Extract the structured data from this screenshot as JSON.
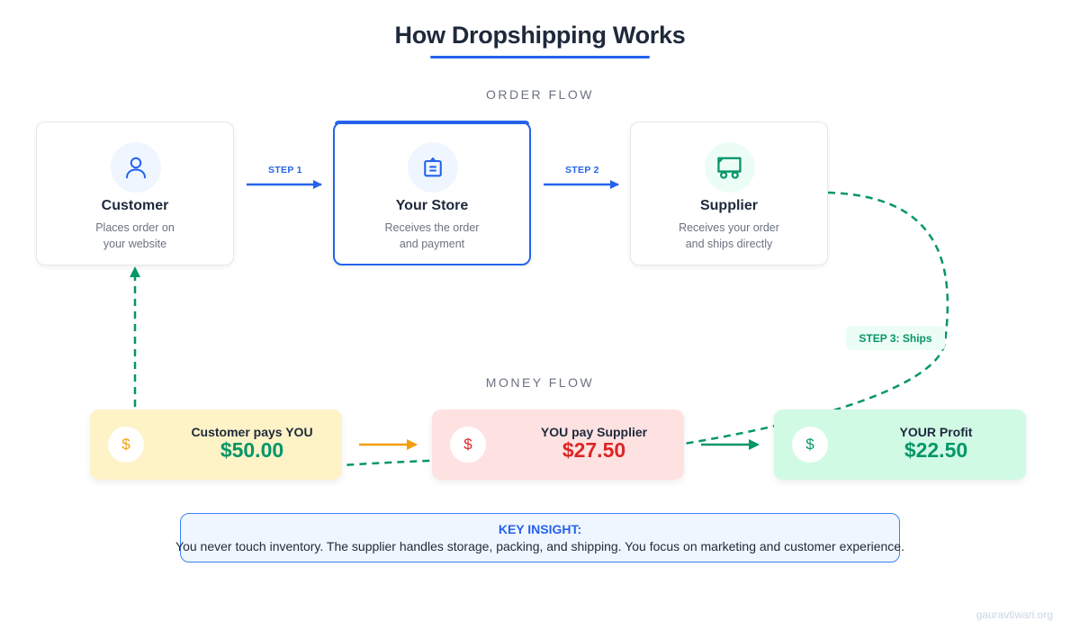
{
  "title": "How Dropshipping Works",
  "order_flow": {
    "label": "ORDER FLOW",
    "steps": [
      {
        "name": "Customer",
        "desc_line1": "Places order on",
        "desc_line2": "your website",
        "icon": "user-icon"
      },
      {
        "name": "Your Store",
        "desc_line1": "Receives the order",
        "desc_line2": "and payment",
        "icon": "store-bag-icon"
      },
      {
        "name": "Supplier",
        "desc_line1": "Receives your order",
        "desc_line2": "and ships directly",
        "icon": "truck-icon"
      }
    ],
    "arrows": [
      {
        "label": "STEP 1"
      },
      {
        "label": "STEP 2"
      },
      {
        "label": "STEP 3: Ships"
      }
    ]
  },
  "money_flow": {
    "label": "MONEY FLOW",
    "items": [
      {
        "label": "Customer pays YOU",
        "amount": "$50.00",
        "symbol": "$",
        "bg": "#fef3c7",
        "amount_color": "#059669",
        "symbol_color": "#f59e0b"
      },
      {
        "label": "YOU pay Supplier",
        "amount": "$27.50",
        "symbol": "$",
        "bg": "#fee2e2",
        "amount_color": "#dc2626",
        "symbol_color": "#dc2626"
      },
      {
        "label": "YOUR Profit",
        "amount": "$22.50",
        "symbol": "$",
        "bg": "#d1fae5",
        "amount_color": "#059669",
        "symbol_color": "#059669"
      }
    ]
  },
  "key_insight": {
    "title": "KEY INSIGHT:",
    "text": "You never touch inventory. The supplier handles storage, packing, and shipping. You focus on marketing and customer experience."
  },
  "footer": "gauravtiwari.org",
  "colors": {
    "accent_blue": "#2563eb",
    "flow_green": "#059669",
    "flow_orange": "#f59e0b"
  }
}
